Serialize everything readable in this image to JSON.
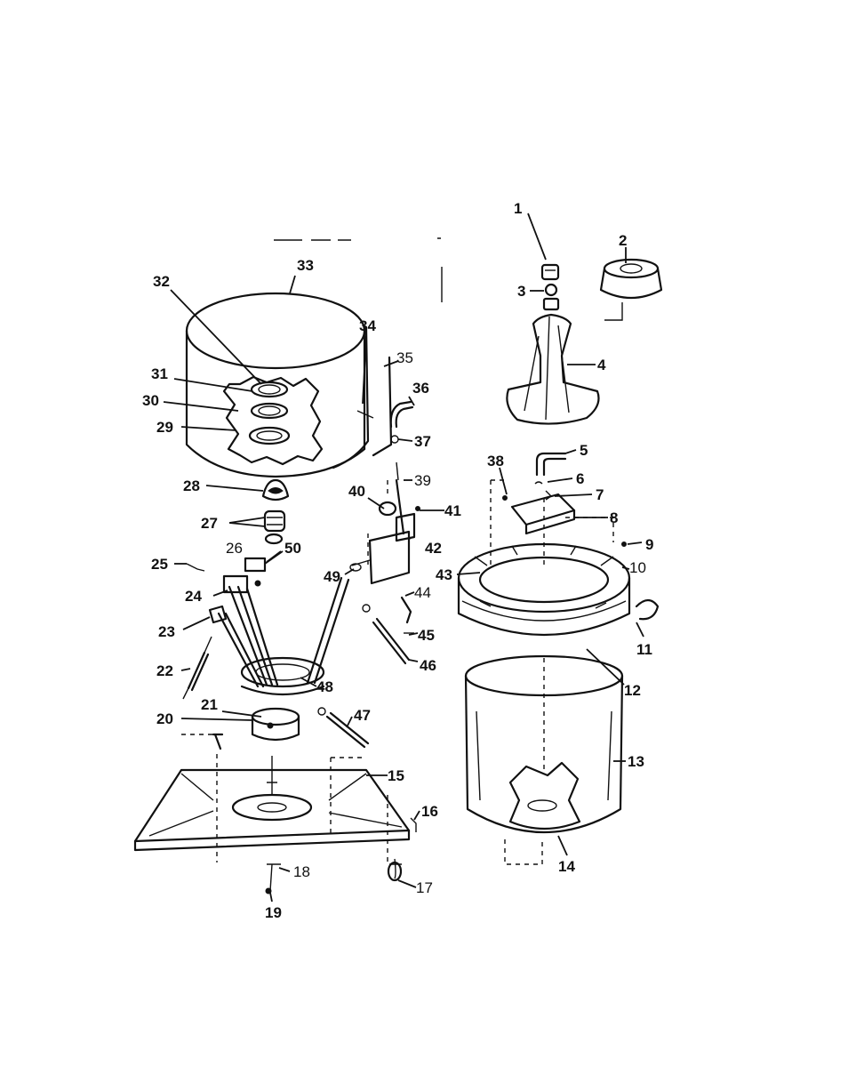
{
  "callouts": [
    {
      "id": "c1",
      "text": "1",
      "weight": "bold"
    },
    {
      "id": "c2",
      "text": "2",
      "weight": "bold"
    },
    {
      "id": "c3",
      "text": "3",
      "weight": "bold"
    },
    {
      "id": "c4",
      "text": "4",
      "weight": "bold"
    },
    {
      "id": "c5",
      "text": "5",
      "weight": "bold"
    },
    {
      "id": "c6",
      "text": "6",
      "weight": "bold"
    },
    {
      "id": "c7",
      "text": "7",
      "weight": "bold"
    },
    {
      "id": "c8",
      "text": "8",
      "weight": "bold"
    },
    {
      "id": "c9",
      "text": "9",
      "weight": "bold"
    },
    {
      "id": "c10",
      "text": "10",
      "weight": "light"
    },
    {
      "id": "c11",
      "text": "11",
      "weight": "bold"
    },
    {
      "id": "c12",
      "text": "12",
      "weight": "bold"
    },
    {
      "id": "c13",
      "text": "13",
      "weight": "bold"
    },
    {
      "id": "c14",
      "text": "14",
      "weight": "bold"
    },
    {
      "id": "c15",
      "text": "15",
      "weight": "bold"
    },
    {
      "id": "c16",
      "text": "16",
      "weight": "bold"
    },
    {
      "id": "c17",
      "text": "17",
      "weight": "light"
    },
    {
      "id": "c18",
      "text": "18",
      "weight": "light"
    },
    {
      "id": "c19",
      "text": "19",
      "weight": "bold"
    },
    {
      "id": "c20",
      "text": "20",
      "weight": "bold"
    },
    {
      "id": "c21",
      "text": "21",
      "weight": "bold"
    },
    {
      "id": "c22",
      "text": "22",
      "weight": "bold"
    },
    {
      "id": "c23",
      "text": "23",
      "weight": "bold"
    },
    {
      "id": "c24",
      "text": "24",
      "weight": "bold"
    },
    {
      "id": "c25",
      "text": "25",
      "weight": "bold"
    },
    {
      "id": "c26",
      "text": "26",
      "weight": "light"
    },
    {
      "id": "c27",
      "text": "27",
      "weight": "bold"
    },
    {
      "id": "c28",
      "text": "28",
      "weight": "bold"
    },
    {
      "id": "c29",
      "text": "29",
      "weight": "bold"
    },
    {
      "id": "c30",
      "text": "30",
      "weight": "bold"
    },
    {
      "id": "c31",
      "text": "31",
      "weight": "bold"
    },
    {
      "id": "c32",
      "text": "32",
      "weight": "bold"
    },
    {
      "id": "c33",
      "text": "33",
      "weight": "bold"
    },
    {
      "id": "c34",
      "text": "34",
      "weight": "bold"
    },
    {
      "id": "c35",
      "text": "35",
      "weight": "light"
    },
    {
      "id": "c36",
      "text": "36",
      "weight": "bold"
    },
    {
      "id": "c37",
      "text": "37",
      "weight": "bold"
    },
    {
      "id": "c38",
      "text": "38",
      "weight": "bold"
    },
    {
      "id": "c39",
      "text": "39",
      "weight": "light"
    },
    {
      "id": "c40",
      "text": "40",
      "weight": "bold"
    },
    {
      "id": "c41",
      "text": "41",
      "weight": "bold"
    },
    {
      "id": "c42",
      "text": "42",
      "weight": "bold"
    },
    {
      "id": "c43",
      "text": "43",
      "weight": "bold"
    },
    {
      "id": "c44",
      "text": "44",
      "weight": "light"
    },
    {
      "id": "c45",
      "text": "45",
      "weight": "bold"
    },
    {
      "id": "c46",
      "text": "46",
      "weight": "bold"
    },
    {
      "id": "c47",
      "text": "47",
      "weight": "bold"
    },
    {
      "id": "c48",
      "text": "48",
      "weight": "bold"
    },
    {
      "id": "c49",
      "text": "49",
      "weight": "bold"
    },
    {
      "id": "c50",
      "text": "50",
      "weight": "bold"
    }
  ],
  "colors": {
    "ink": "#111111",
    "paper": "#ffffff"
  }
}
